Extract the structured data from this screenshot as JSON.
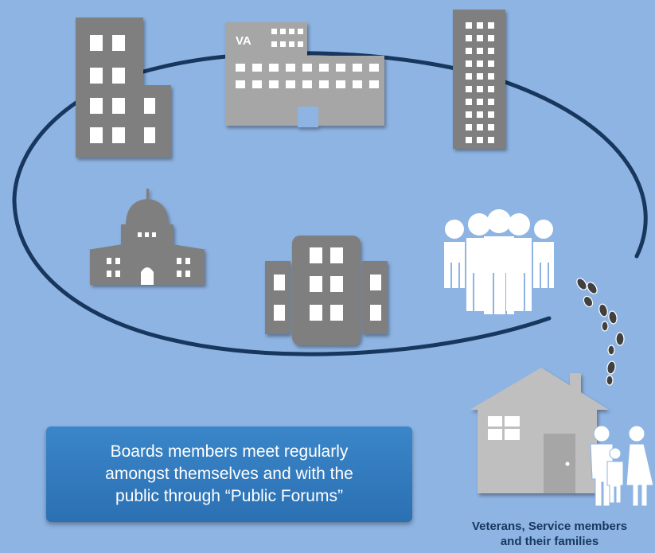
{
  "buildings": {
    "va_label": "VA"
  },
  "callout": {
    "line1": "Boards members meet regularly",
    "line2": "amongst themselves and with the",
    "line3": "public through “Public Forums”"
  },
  "caption": {
    "line1": "Veterans, Service members",
    "line2": "and their families"
  },
  "colors": {
    "background": "#8eb4e3",
    "ellipse": "#17375e",
    "building_dark": "#7f7f7f",
    "building_light": "#a6a6a6",
    "callout": "#2e75b6",
    "people": "#ffffff",
    "footsteps": "#404040"
  }
}
